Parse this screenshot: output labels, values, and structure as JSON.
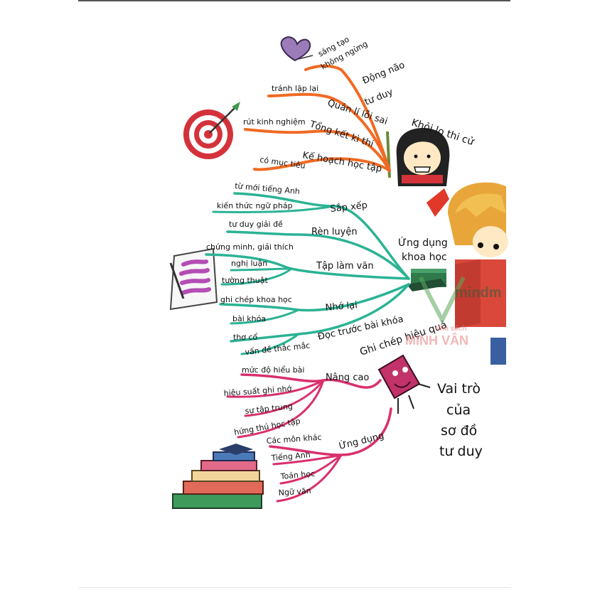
{
  "title": [
    "Vai trò",
    "của",
    "sơ đồ",
    "tư duy"
  ],
  "colors": {
    "orange": "#f06a22",
    "teal": "#2bb394",
    "magenta": "#d9306e"
  },
  "sections": {
    "khoi_lo": {
      "label": "Khỏi lo thi cử",
      "branches": [
        {
          "label": "Động não tư duy",
          "leaves": [
            "sáng tạo",
            "không ngừng"
          ]
        },
        {
          "label": "Quản lí lỗi sai",
          "leaves": [
            "tránh lặp lại"
          ]
        },
        {
          "label": "Tổng kết kì thi",
          "leaves": [
            "rút kinh nghiệm"
          ]
        },
        {
          "label": "Kế hoạch học tập",
          "leaves": [
            "có mục tiêu"
          ]
        }
      ]
    },
    "ung_dung_khoa_hoc": {
      "label": "Ứng dụng khoa học",
      "label_lines": [
        "Ứng dụng",
        "khoa học"
      ],
      "branches": [
        {
          "label": "Sắp xếp",
          "leaves": [
            "từ mới tiếng Anh",
            "kiến thức ngữ pháp"
          ]
        },
        {
          "label": "Rèn luyện",
          "leaves": [
            "tư duy giải đề"
          ]
        },
        {
          "label": "Tập làm văn",
          "leaves": [
            "chứng minh, giải thích",
            "nghị luận",
            "tường thuật"
          ]
        },
        {
          "label": "Nhớ lại",
          "leaves": [
            "ghi chép khoa học",
            "bài khóa"
          ]
        },
        {
          "label": "Đọc trước bài khóa",
          "leaves": [
            "thơ cổ",
            "vấn đề thắc mắc"
          ]
        }
      ]
    },
    "ghi_chep": {
      "label": "Ghi chép hiệu quả",
      "branches": [
        {
          "label": "Nâng cao",
          "leaves": [
            "mức độ hiểu bài",
            "hiệu suất ghi nhớ",
            "sự tập trung",
            "hứng thú học tập"
          ]
        },
        {
          "label": "Ứng dụng",
          "leaves": [
            "Các môn khác",
            "Tiếng Anh",
            "Toán học",
            "Ngữ văn"
          ]
        }
      ]
    }
  },
  "watermark": {
    "line1": "mindm",
    "line2": "MINH VÂN",
    "small": "Nhà sách"
  }
}
